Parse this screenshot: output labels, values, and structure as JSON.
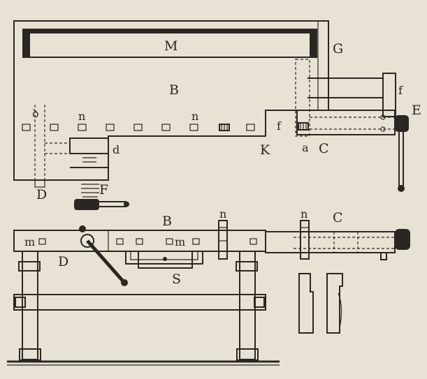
{
  "labels": {
    "M": "M",
    "G": "G",
    "B_top": "B",
    "f_top": "f",
    "E": "E",
    "n1": "n",
    "n2": "n",
    "f_mid": "f",
    "d": "d",
    "K": "K",
    "a": "a",
    "C_top": "C",
    "D_top": "D",
    "F": "F",
    "B_bottom": "B",
    "n3": "n",
    "n4": "n",
    "C_bottom": "C",
    "m1": "m",
    "m2": "m",
    "D_bottom": "D",
    "S": "S"
  }
}
